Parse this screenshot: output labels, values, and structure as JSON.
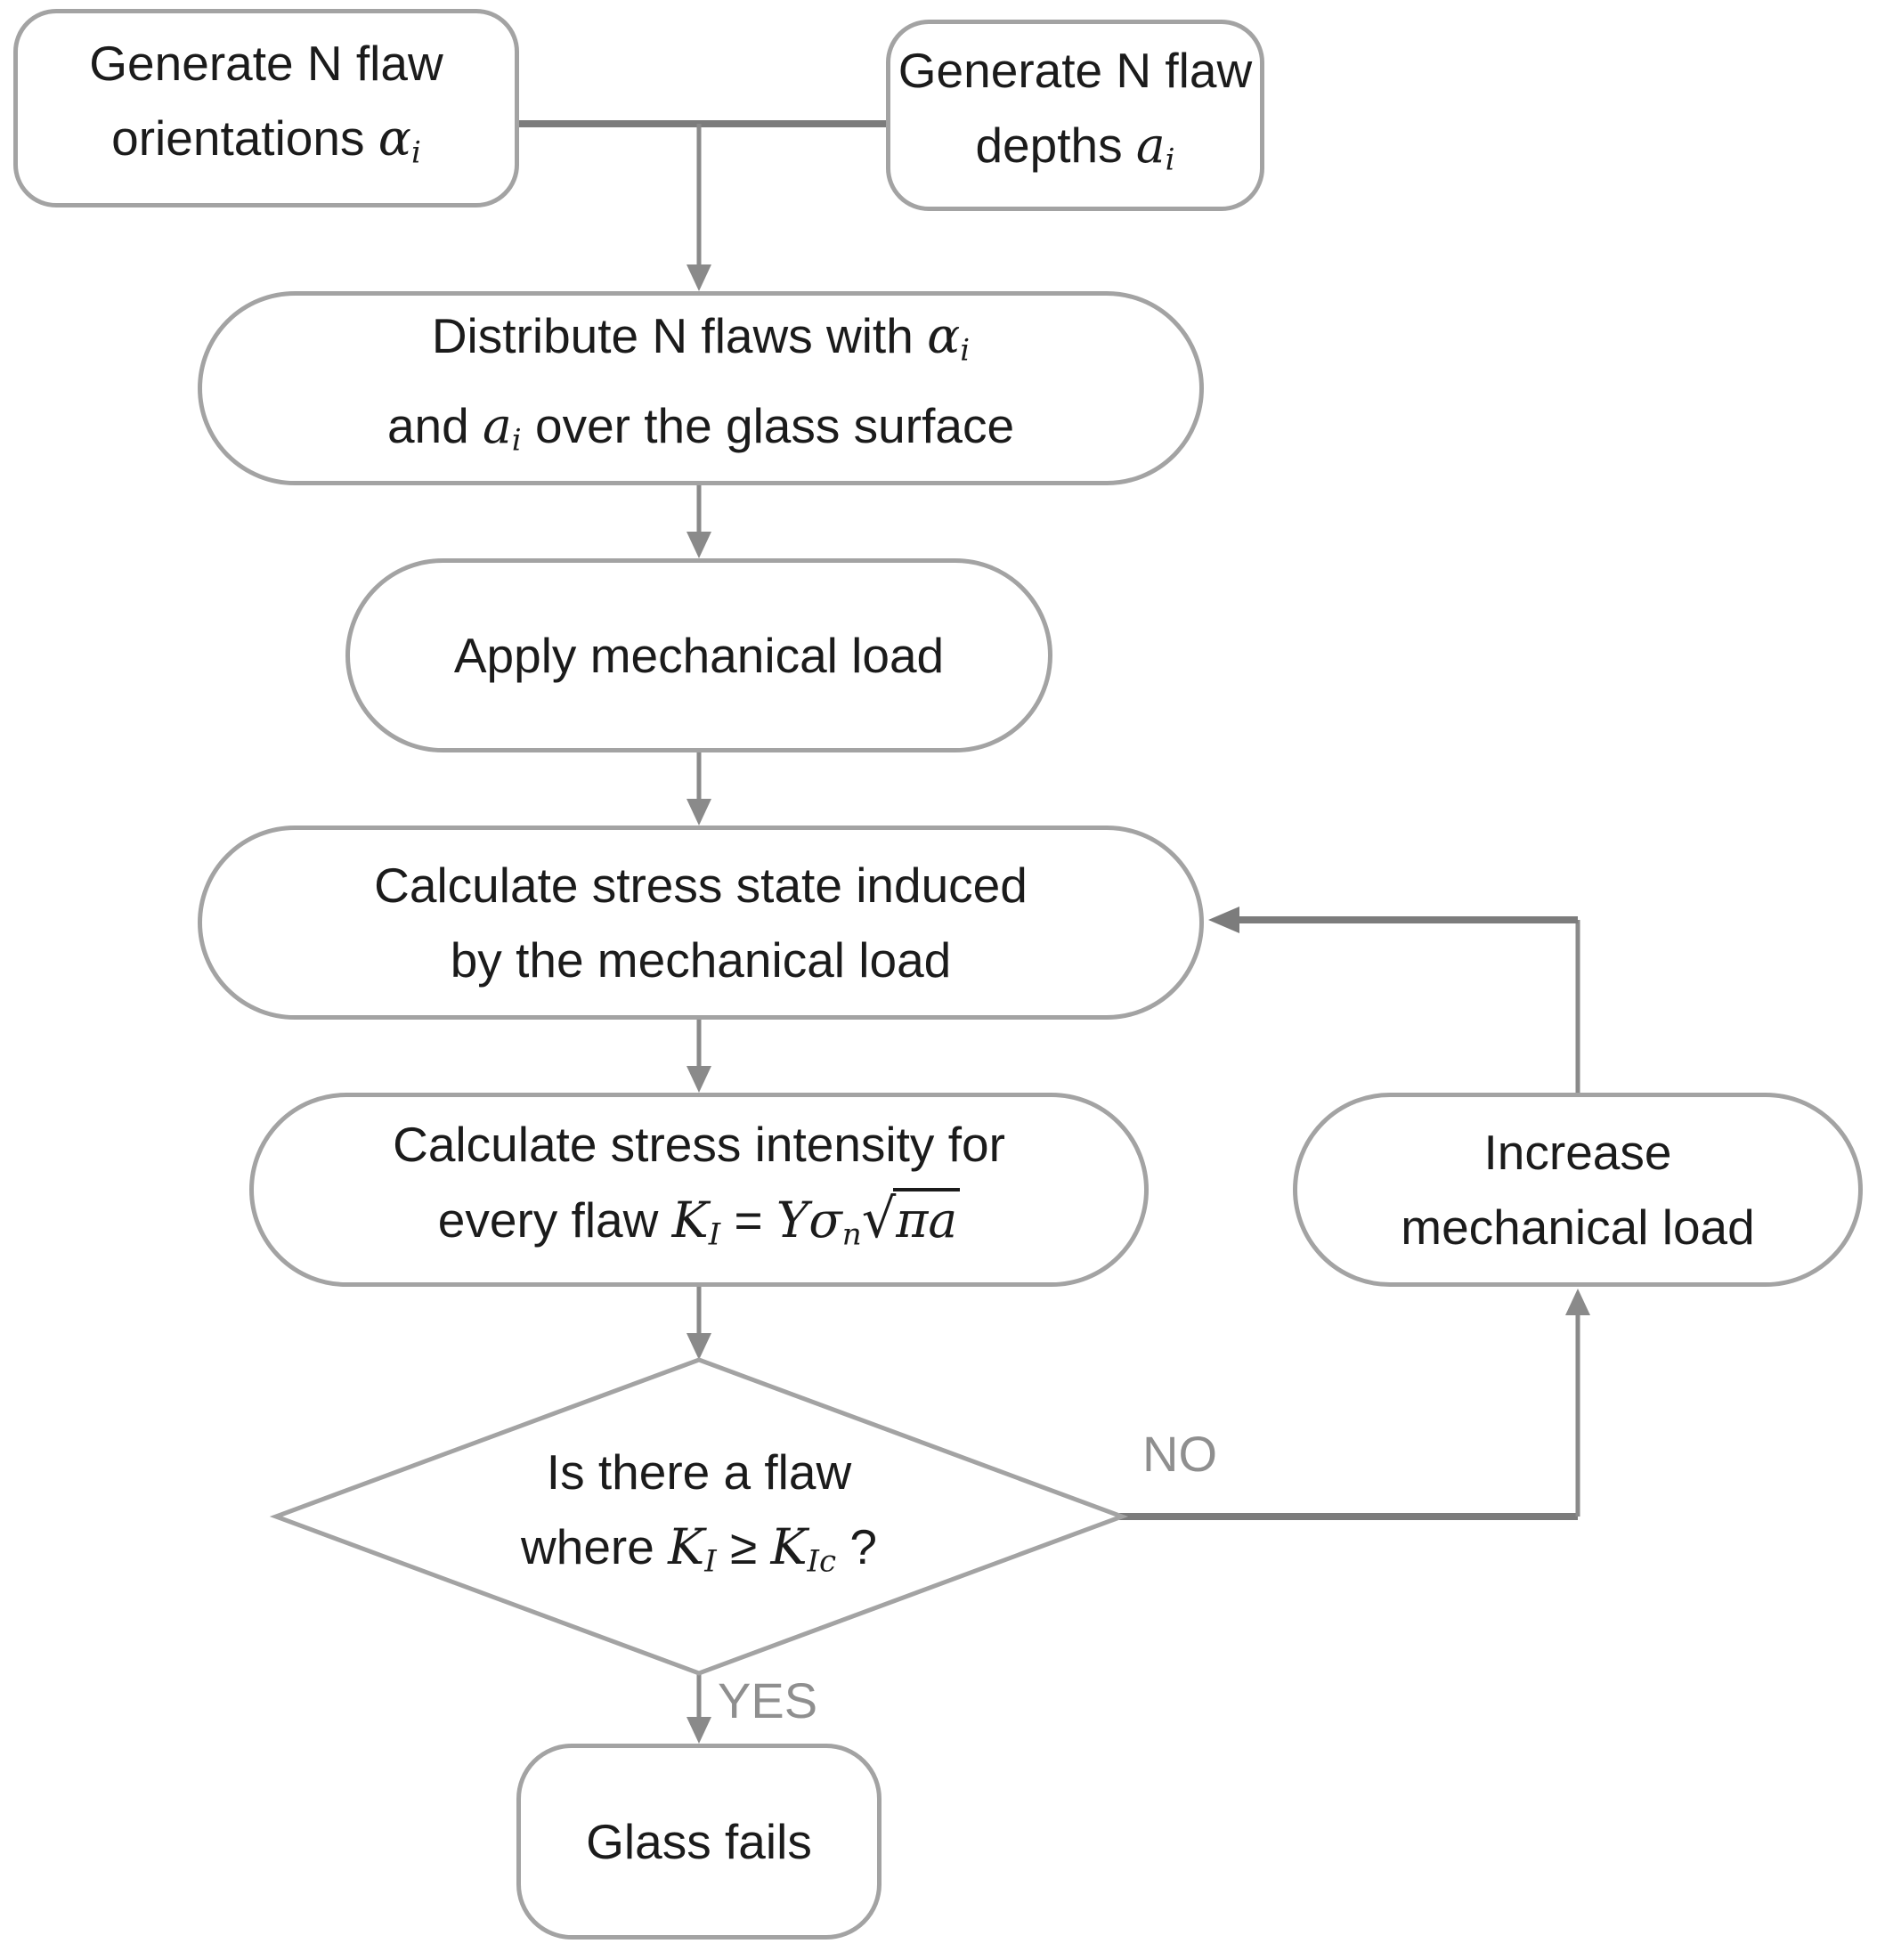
{
  "colors": {
    "bg": "#ffffff",
    "border": "#a3a3a3",
    "arrow": "#8a8a8a",
    "thick": "#7c7c7c",
    "text": "#1b1b1b",
    "label": "#8f8f8f"
  },
  "flowchart": {
    "nodes": {
      "gen_orientations": {
        "line1": "Generate N flaw",
        "line2_text": "orientations ",
        "line2_math": "α",
        "line2_sub": "i"
      },
      "gen_depths": {
        "line1": "Generate N flaw",
        "line2_text": "depths ",
        "line2_math": "a",
        "line2_sub": "i"
      },
      "distribute": {
        "line1_text": "Distribute N flaws with ",
        "line1_math": "α",
        "line1_sub": "i",
        "line2_pre": "and ",
        "line2_math": "a",
        "line2_sub": "i",
        "line2_post": " over the glass surface"
      },
      "apply": {
        "line1": "Apply mechanical load"
      },
      "calc_stress": {
        "line1": "Calculate stress state induced",
        "line2": "by the mechanical load"
      },
      "calc_intensity": {
        "line1": "Calculate stress intensity for",
        "line2_pre": "every flaw ",
        "k": "K",
        "k_sub": "I",
        "eq": " = ",
        "y_sigma": "Yσ",
        "sigma_sub": "n",
        "radical": "√",
        "radicand": "πa"
      },
      "decision": {
        "line1": "Is there a flaw",
        "line2_pre": "where ",
        "k1": "K",
        "k1_sub": "I",
        "geq": " ≥ ",
        "k2": "K",
        "k2_sub": "Ic",
        "question": " ?"
      },
      "increase": {
        "line1": "Increase",
        "line2": "mechanical load"
      },
      "glass_fails": {
        "line1": "Glass fails"
      }
    },
    "edge_labels": {
      "no": "NO",
      "yes": "YES"
    }
  }
}
